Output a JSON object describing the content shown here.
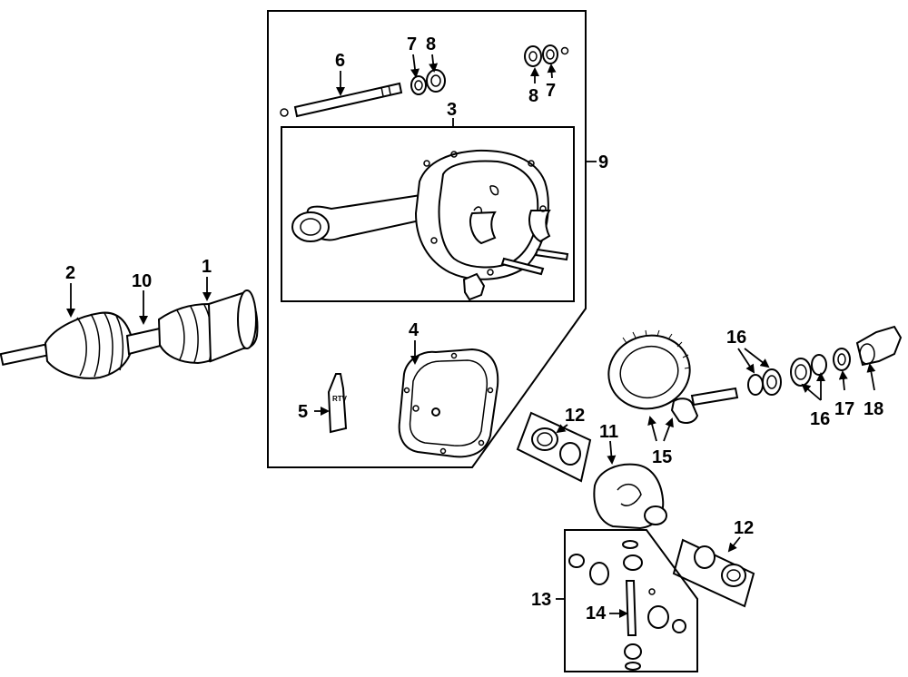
{
  "callouts": {
    "c1": "1",
    "c2": "2",
    "c3": "3",
    "c4": "4",
    "c5": "5",
    "c6": "6",
    "c7a": "7",
    "c8a": "8",
    "c8b": "8",
    "c7b": "7",
    "c9": "9",
    "c10": "10",
    "c11": "11",
    "c12a": "12",
    "c12b": "12",
    "c13": "13",
    "c14": "14",
    "c15": "15",
    "c16a": "16",
    "c16b": "16",
    "c17": "17",
    "c18": "18"
  },
  "tube_marking": "RTV"
}
